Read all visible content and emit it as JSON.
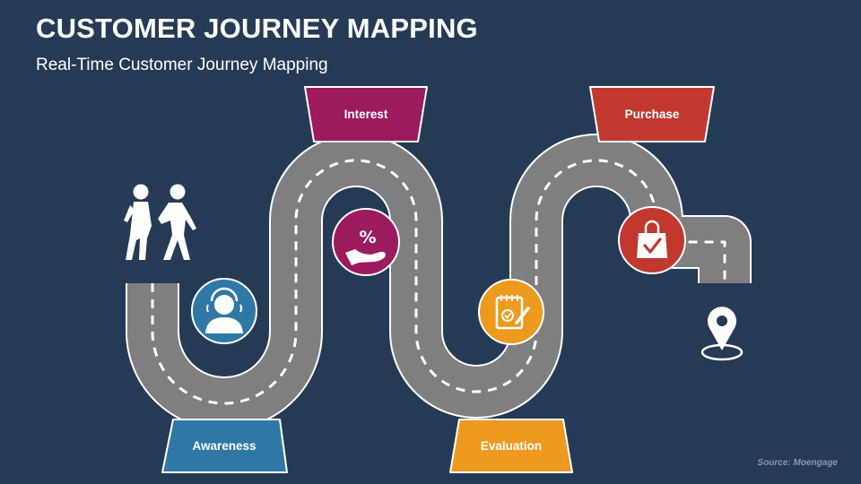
{
  "header": {
    "title": "CUSTOMER JOURNEY MAPPING",
    "subtitle": "Real-Time Customer Journey Mapping"
  },
  "stages": [
    {
      "label": "Awareness",
      "color": "#2f78a6",
      "icon": "headset-person-icon"
    },
    {
      "label": "Interest",
      "color": "#9c1a5e",
      "icon": "discount-hand-icon"
    },
    {
      "label": "Evaluation",
      "color": "#ee9a1e",
      "icon": "checklist-icon"
    },
    {
      "label": "Purchase",
      "color": "#c1392e",
      "icon": "shopping-bag-check-icon"
    }
  ],
  "start_icon": "walking-people-icon",
  "end_icon": "location-pin-icon",
  "road_color": "#7f7f7f",
  "source": "Source: Moengage"
}
